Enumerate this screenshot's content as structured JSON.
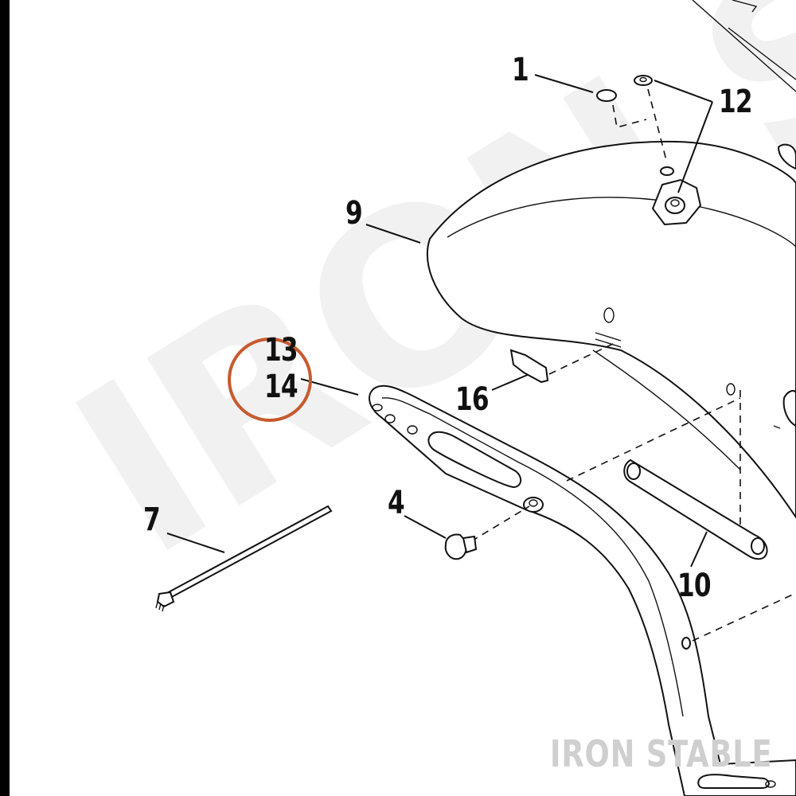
{
  "diagram": {
    "callouts": [
      {
        "id": "c1",
        "label": "1"
      },
      {
        "id": "c12",
        "label": "12"
      },
      {
        "id": "c9",
        "label": "9"
      },
      {
        "id": "c13",
        "label": "13"
      },
      {
        "id": "c14",
        "label": "14"
      },
      {
        "id": "c16",
        "label": "16"
      },
      {
        "id": "c7",
        "label": "7"
      },
      {
        "id": "c4",
        "label": "4"
      },
      {
        "id": "c10",
        "label": "10"
      }
    ],
    "highlighted_callout": "14",
    "brand": "IRON STABLE",
    "watermark": "IRON ST",
    "colors": {
      "highlight": "#c85a2e",
      "ink": "#111111",
      "brand": "#cfcfcf"
    }
  }
}
